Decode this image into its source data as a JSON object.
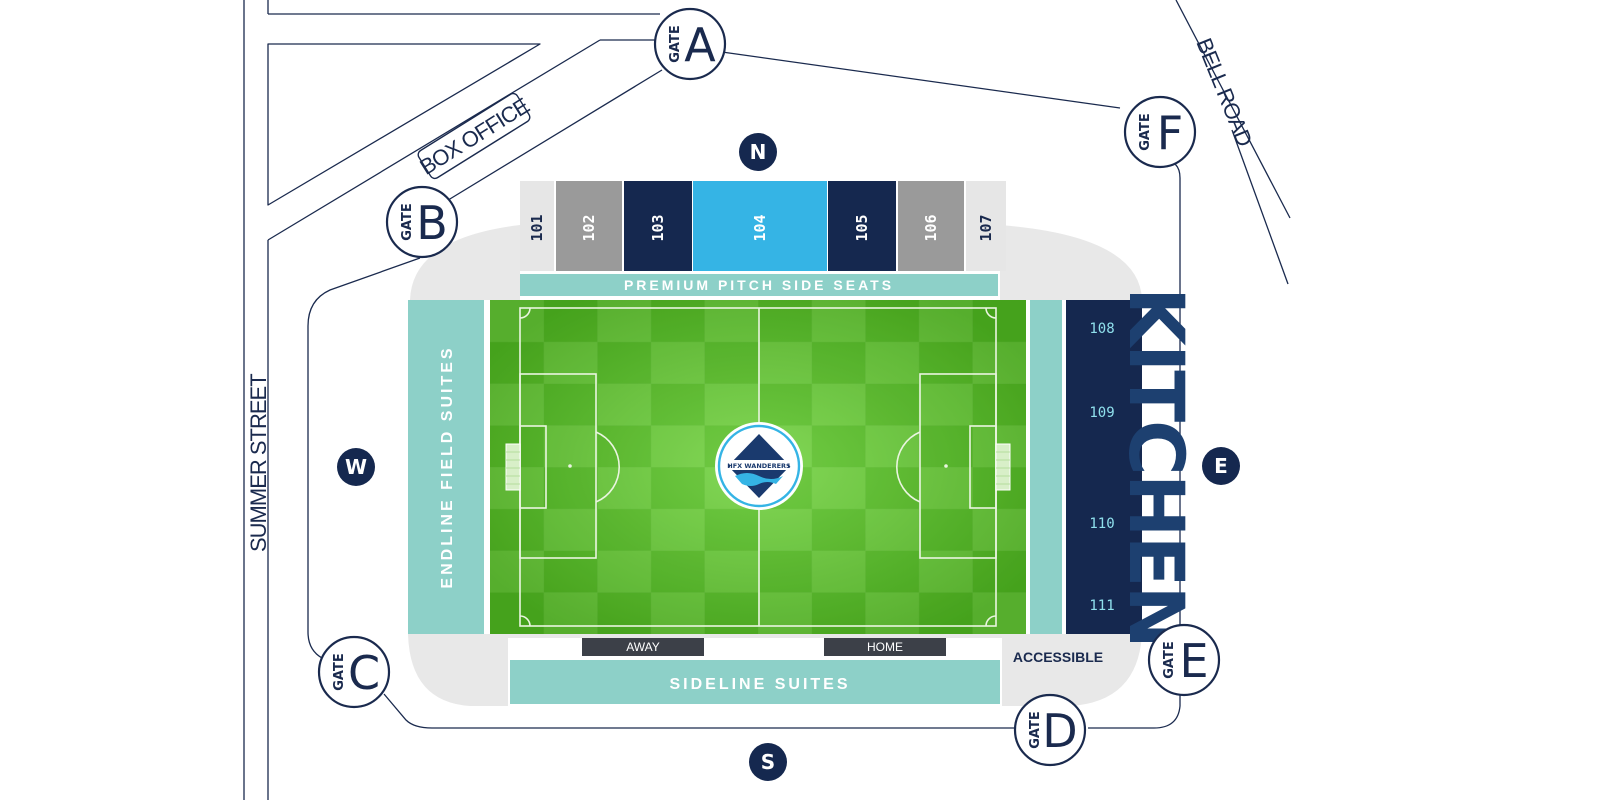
{
  "streets": {
    "summer": "SUMMER STREET",
    "bell": "BELL ROAD"
  },
  "box_office": "BOX OFFICE",
  "gate_word": "GATE",
  "gates": [
    "A",
    "B",
    "C",
    "D",
    "E",
    "F"
  ],
  "compass": [
    "N",
    "S",
    "E",
    "W"
  ],
  "north_sections": [
    {
      "num": "101",
      "color": "#e6e6e6",
      "text_color": "#1a2a4e"
    },
    {
      "num": "102",
      "color": "#9a9a9a",
      "text_color": "#ffffff"
    },
    {
      "num": "103",
      "color": "#15284f",
      "text_color": "#ffffff"
    },
    {
      "num": "104",
      "color": "#35b4e5",
      "text_color": "#ffffff"
    },
    {
      "num": "105",
      "color": "#15284f",
      "text_color": "#ffffff"
    },
    {
      "num": "106",
      "color": "#9a9a9a",
      "text_color": "#ffffff"
    },
    {
      "num": "107",
      "color": "#e6e6e6",
      "text_color": "#1a2a4e"
    }
  ],
  "kitchen": {
    "label": "KITCHEN",
    "sections": [
      "108",
      "109",
      "110",
      "111"
    ]
  },
  "bands": {
    "premium": "PREMIUM PITCH SIDE SEATS",
    "endline": "ENDLINE FIELD SUITES",
    "sideline": "SIDELINE SUITES"
  },
  "benches": {
    "away": "AWAY",
    "home": "HOME"
  },
  "accessible": "ACCESSIBLE",
  "club_logo": "HFX WANDERERS",
  "colors": {
    "navy": "#1a2a4e",
    "teal": "#8dd0c8",
    "sky": "#35b4e5",
    "grass_light": "#6cc83a",
    "grass_dark": "#4fae22",
    "concourse": "#e8e8e8"
  }
}
